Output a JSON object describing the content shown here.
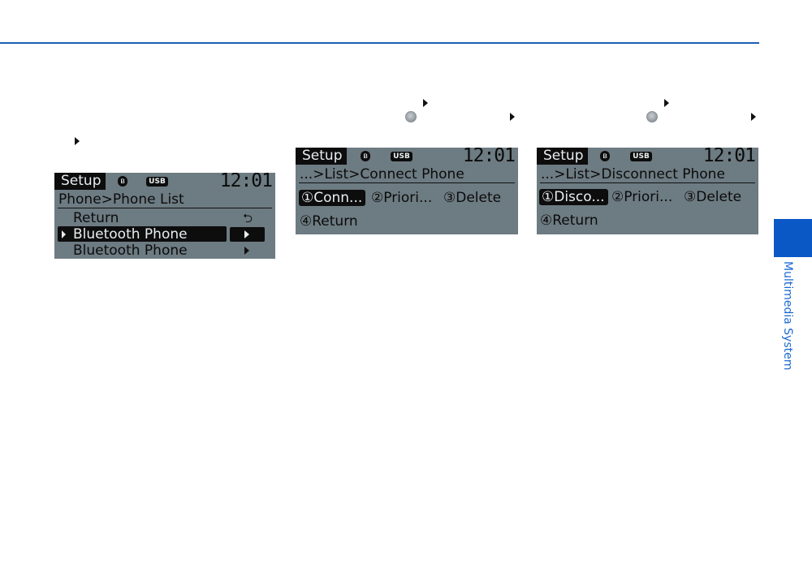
{
  "section_tab": {
    "label": "Multimedia System",
    "color": "#0a58c6"
  },
  "screens": [
    {
      "header": {
        "title": "Setup",
        "bt_icon": "bluetooth-icon",
        "usb_label": "USB",
        "time": "12:01"
      },
      "breadcrumb": "Phone>Phone List",
      "rows": [
        {
          "label": "Return",
          "selected": false,
          "right_icon": "return-icon",
          "right_glyph": "⮌"
        },
        {
          "label": "Bluetooth Phone",
          "selected": true,
          "right_icon": "arrow-right-icon"
        },
        {
          "label": "Bluetooth Phone",
          "selected": false,
          "right_icon": "arrow-right-icon"
        }
      ]
    },
    {
      "header": {
        "title": "Setup",
        "bt_icon": "bluetooth-icon",
        "usb_label": "USB",
        "time": "12:01"
      },
      "breadcrumb": "...>List>Connect Phone",
      "options": [
        {
          "label": "①Conn...",
          "selected": true
        },
        {
          "label": "②Priori...",
          "selected": false
        },
        {
          "label": "③Delete",
          "selected": false
        },
        {
          "label": "④Return",
          "selected": false
        }
      ]
    },
    {
      "header": {
        "title": "Setup",
        "bt_icon": "bluetooth-icon",
        "usb_label": "USB",
        "time": "12:01"
      },
      "breadcrumb": "...>List>Disconnect Phone",
      "options": [
        {
          "label": "①Disco...",
          "selected": true
        },
        {
          "label": "②Priori...",
          "selected": false
        },
        {
          "label": "③Delete",
          "selected": false
        },
        {
          "label": "④Return",
          "selected": false
        }
      ]
    }
  ],
  "glyphs": {
    "bluetooth": "ʙ"
  }
}
